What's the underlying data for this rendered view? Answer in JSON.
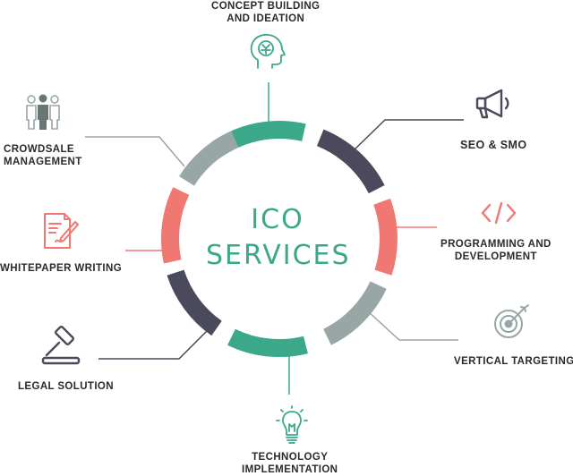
{
  "center": {
    "line1": "ICO",
    "line2": "SERVICES"
  },
  "colors": {
    "teal": "#3aa889",
    "dark": "#4a4a5c",
    "coral": "#ef7873",
    "gray": "#98a7a6"
  },
  "services": [
    {
      "id": "concept",
      "lines": [
        "CONCEPT BUILDING",
        "AND IDEATION"
      ],
      "icon": "brain-head-icon",
      "color": "teal"
    },
    {
      "id": "seo",
      "lines": [
        "SEO & SMO"
      ],
      "icon": "megaphone-icon",
      "color": "dark"
    },
    {
      "id": "programming",
      "lines": [
        "PROGRAMMING AND",
        "DEVELOPMENT"
      ],
      "icon": "code-icon",
      "color": "coral"
    },
    {
      "id": "targeting",
      "lines": [
        "VERTICAL TARGETING"
      ],
      "icon": "target-icon",
      "color": "gray"
    },
    {
      "id": "technology",
      "lines": [
        "TECHNOLOGY",
        "IMPLEMENTATION"
      ],
      "icon": "lightbulb-icon",
      "color": "teal"
    },
    {
      "id": "legal",
      "lines": [
        "LEGAL SOLUTION"
      ],
      "icon": "gavel-icon",
      "color": "dark"
    },
    {
      "id": "whitepaper",
      "lines": [
        "WHITEPAPER WRITING"
      ],
      "icon": "document-pen-icon",
      "color": "coral"
    },
    {
      "id": "crowdsale",
      "lines": [
        "CROWDSALE",
        "MANAGEMENT"
      ],
      "icon": "people-icon",
      "color": "gray"
    }
  ]
}
